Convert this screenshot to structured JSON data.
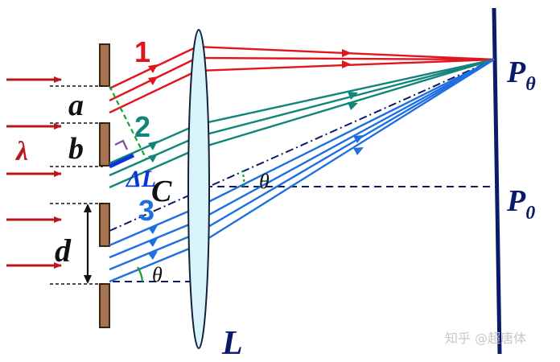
{
  "labels": {
    "a": "a",
    "b": "b",
    "lambda": "λ",
    "d": "d",
    "delta_l": "ΔL",
    "c": "C",
    "theta_lens": "θ",
    "theta_slit": "θ",
    "lens": "L",
    "p_theta_base": "P",
    "p_theta_sub": "θ",
    "p0_base": "P",
    "p0_sub": "0"
  },
  "ray_groups": [
    {
      "label": "1",
      "color": "#e0161e"
    },
    {
      "label": "2",
      "color": "#12857a"
    },
    {
      "label": "3",
      "color": "#1f6fe0"
    }
  ],
  "colors": {
    "incident": "#b8171e",
    "screen": "#0c1a6b",
    "slit_fill": "#a8734f",
    "lens_fill": "#d8f4fa",
    "path_difference": "#0a35d8",
    "right_angle": "#7b4aa6",
    "dashed": "#0c1a6b"
  },
  "watermark": "知乎 @超唐体"
}
